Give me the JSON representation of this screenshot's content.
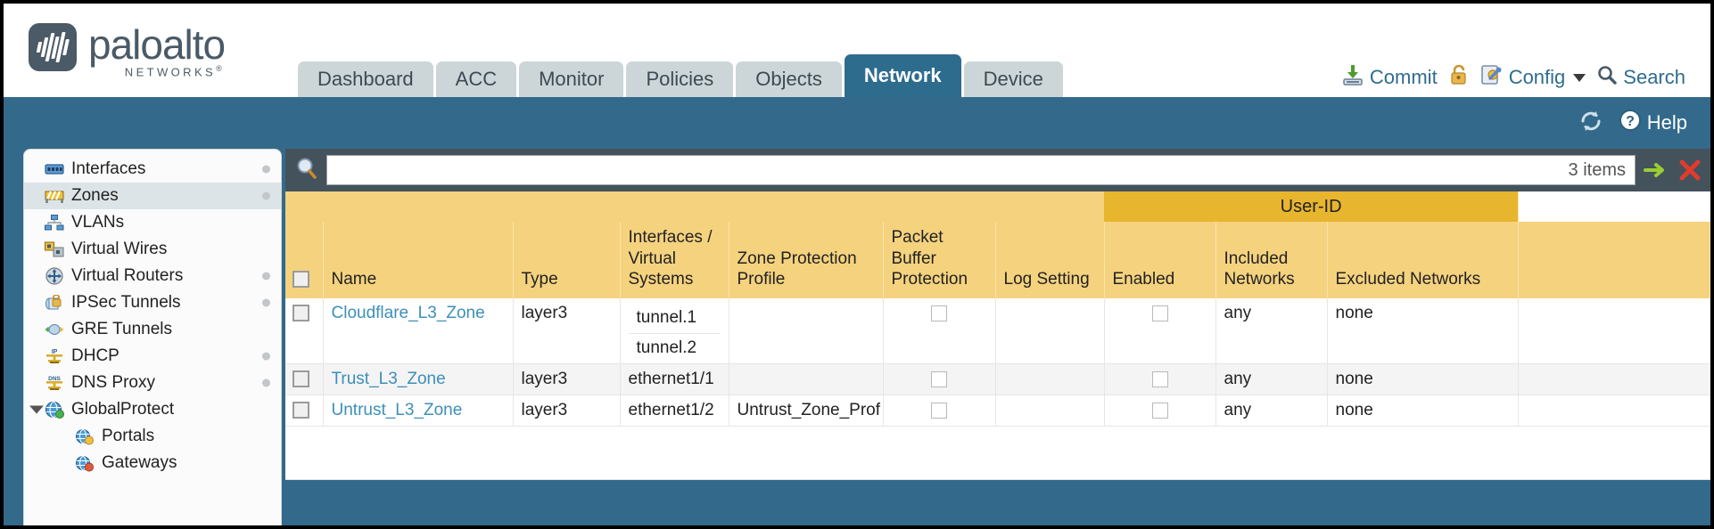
{
  "brand": {
    "name": "paloalto",
    "tagline": "NETWORKS",
    "trademark": "®",
    "logo_color": "#4a5a66"
  },
  "nav": {
    "tabs": [
      {
        "label": "Dashboard",
        "active": false
      },
      {
        "label": "ACC",
        "active": false
      },
      {
        "label": "Monitor",
        "active": false
      },
      {
        "label": "Policies",
        "active": false
      },
      {
        "label": "Objects",
        "active": false
      },
      {
        "label": "Network",
        "active": true
      },
      {
        "label": "Device",
        "active": false
      }
    ],
    "active_tab": "Network",
    "active_color": "#2e6c8e",
    "inactive_color": "#ccd6d8"
  },
  "toolbar": {
    "commit_label": "Commit",
    "config_label": "Config",
    "search_label": "Search",
    "lock_icon": "padlock-icon",
    "commit_icon": "commit-icon",
    "config_icon": "config-icon",
    "search_icon": "search-icon",
    "caret_icon": "chevron-down-icon"
  },
  "subheader": {
    "refresh_icon": "refresh-icon",
    "help_label": "Help",
    "help_icon": "help-icon",
    "background": "#336a8c"
  },
  "sidebar": {
    "items": [
      {
        "label": "Interfaces",
        "icon": "interfaces-icon",
        "selected": false,
        "dot": true,
        "child": false,
        "expander": false
      },
      {
        "label": "Zones",
        "icon": "zones-icon",
        "selected": true,
        "dot": true,
        "child": false,
        "expander": false
      },
      {
        "label": "VLANs",
        "icon": "vlans-icon",
        "selected": false,
        "dot": false,
        "child": false,
        "expander": false
      },
      {
        "label": "Virtual Wires",
        "icon": "virtual-wires-icon",
        "selected": false,
        "dot": false,
        "child": false,
        "expander": false
      },
      {
        "label": "Virtual Routers",
        "icon": "virtual-routers-icon",
        "selected": false,
        "dot": true,
        "child": false,
        "expander": false
      },
      {
        "label": "IPSec Tunnels",
        "icon": "ipsec-tunnels-icon",
        "selected": false,
        "dot": true,
        "child": false,
        "expander": false
      },
      {
        "label": "GRE Tunnels",
        "icon": "gre-tunnels-icon",
        "selected": false,
        "dot": false,
        "child": false,
        "expander": false
      },
      {
        "label": "DHCP",
        "icon": "dhcp-icon",
        "selected": false,
        "dot": true,
        "child": false,
        "expander": false
      },
      {
        "label": "DNS Proxy",
        "icon": "dns-proxy-icon",
        "selected": false,
        "dot": true,
        "child": false,
        "expander": false
      },
      {
        "label": "GlobalProtect",
        "icon": "globalprotect-icon",
        "selected": false,
        "dot": false,
        "child": false,
        "expander": true
      },
      {
        "label": "Portals",
        "icon": "portals-icon",
        "selected": false,
        "dot": false,
        "child": true,
        "expander": false
      },
      {
        "label": "Gateways",
        "icon": "gateways-icon",
        "selected": false,
        "dot": false,
        "child": true,
        "expander": false
      }
    ]
  },
  "search": {
    "value": "",
    "placeholder": "",
    "items_count": "3 items",
    "search_icon": "search-icon",
    "apply_icon": "apply-filter-icon",
    "clear_icon": "clear-filter-icon"
  },
  "table": {
    "group_header": {
      "label": "User-ID",
      "span": 3,
      "color": "#e8b52f"
    },
    "header_color": "#f5d27e",
    "columns": [
      "Name",
      "Type",
      "Interfaces / Virtual Systems",
      "Zone Protection Profile",
      "Packet Buffer Protection",
      "Log Setting",
      "Enabled",
      "Included Networks",
      "Excluded Networks"
    ],
    "rows": [
      {
        "checked": false,
        "name": "Cloudflare_L3_Zone",
        "type": "layer3",
        "interfaces": [
          "tunnel.1",
          "tunnel.2"
        ],
        "zone_protection_profile": "",
        "packet_buffer_protection": false,
        "log_setting": "",
        "userid_enabled": false,
        "included_networks": "any",
        "excluded_networks": "none"
      },
      {
        "checked": false,
        "name": "Trust_L3_Zone",
        "type": "layer3",
        "interfaces": [
          "ethernet1/1"
        ],
        "zone_protection_profile": "",
        "packet_buffer_protection": false,
        "log_setting": "",
        "userid_enabled": false,
        "included_networks": "any",
        "excluded_networks": "none"
      },
      {
        "checked": false,
        "name": "Untrust_L3_Zone",
        "type": "layer3",
        "interfaces": [
          "ethernet1/2"
        ],
        "zone_protection_profile": "Untrust_Zone_Prof",
        "packet_buffer_protection": false,
        "log_setting": "",
        "userid_enabled": false,
        "included_networks": "any",
        "excluded_networks": "none"
      }
    ]
  }
}
